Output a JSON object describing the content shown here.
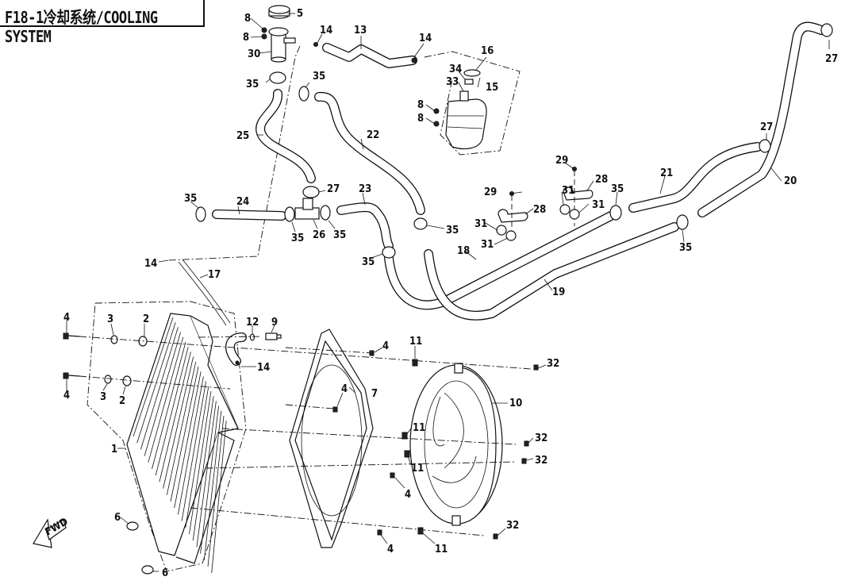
{
  "title": "F18-1冷却系统/COOLING SYSTEM",
  "direction_marker": {
    "icon": "front-direction-arrow-icon",
    "text": "FWD"
  },
  "callouts": [
    {
      "id": "5",
      "label": "5"
    },
    {
      "id": "8a",
      "label": "8"
    },
    {
      "id": "8b",
      "label": "8"
    },
    {
      "id": "30",
      "label": "30"
    },
    {
      "id": "14a",
      "label": "14"
    },
    {
      "id": "13",
      "label": "13"
    },
    {
      "id": "14b",
      "label": "14"
    },
    {
      "id": "16",
      "label": "16"
    },
    {
      "id": "34",
      "label": "34"
    },
    {
      "id": "33",
      "label": "33"
    },
    {
      "id": "15",
      "label": "15"
    },
    {
      "id": "8c",
      "label": "8"
    },
    {
      "id": "8d",
      "label": "8"
    },
    {
      "id": "27a",
      "label": "27"
    },
    {
      "id": "35a",
      "label": "35"
    },
    {
      "id": "35b",
      "label": "35"
    },
    {
      "id": "25",
      "label": "25"
    },
    {
      "id": "22",
      "label": "22"
    },
    {
      "id": "27b",
      "label": "27"
    },
    {
      "id": "35c",
      "label": "35"
    },
    {
      "id": "24",
      "label": "24"
    },
    {
      "id": "23",
      "label": "23"
    },
    {
      "id": "35d",
      "label": "35"
    },
    {
      "id": "26",
      "label": "26"
    },
    {
      "id": "35e",
      "label": "35"
    },
    {
      "id": "35f",
      "label": "35"
    },
    {
      "id": "35g",
      "label": "35"
    },
    {
      "id": "29a",
      "label": "29"
    },
    {
      "id": "28a",
      "label": "28"
    },
    {
      "id": "29b",
      "label": "29"
    },
    {
      "id": "28b",
      "label": "28"
    },
    {
      "id": "31a",
      "label": "31"
    },
    {
      "id": "31b",
      "label": "31"
    },
    {
      "id": "31c",
      "label": "31"
    },
    {
      "id": "31d",
      "label": "31"
    },
    {
      "id": "35h",
      "label": "35"
    },
    {
      "id": "21",
      "label": "21"
    },
    {
      "id": "27c",
      "label": "27"
    },
    {
      "id": "20",
      "label": "20"
    },
    {
      "id": "35i",
      "label": "35"
    },
    {
      "id": "18",
      "label": "18"
    },
    {
      "id": "19",
      "label": "19"
    },
    {
      "id": "14c",
      "label": "14"
    },
    {
      "id": "17",
      "label": "17"
    },
    {
      "id": "4a",
      "label": "4"
    },
    {
      "id": "3a",
      "label": "3"
    },
    {
      "id": "2a",
      "label": "2"
    },
    {
      "id": "12",
      "label": "12"
    },
    {
      "id": "9",
      "label": "9"
    },
    {
      "id": "14d",
      "label": "14"
    },
    {
      "id": "4b",
      "label": "4"
    },
    {
      "id": "3b",
      "label": "3"
    },
    {
      "id": "2b",
      "label": "2"
    },
    {
      "id": "4c",
      "label": "4"
    },
    {
      "id": "11a",
      "label": "11"
    },
    {
      "id": "32a",
      "label": "32"
    },
    {
      "id": "7",
      "label": "7"
    },
    {
      "id": "10",
      "label": "10"
    },
    {
      "id": "4d",
      "label": "4"
    },
    {
      "id": "11b",
      "label": "11"
    },
    {
      "id": "32b",
      "label": "32"
    },
    {
      "id": "11c",
      "label": "11"
    },
    {
      "id": "32c",
      "label": "32"
    },
    {
      "id": "4e",
      "label": "4"
    },
    {
      "id": "1",
      "label": "1"
    },
    {
      "id": "6a",
      "label": "6"
    },
    {
      "id": "6b",
      "label": "6"
    },
    {
      "id": "4f",
      "label": "4"
    },
    {
      "id": "11d",
      "label": "11"
    },
    {
      "id": "32d",
      "label": "32"
    }
  ],
  "parts": {
    "radiator": "radiator",
    "fan_shroud": "fan-shroud",
    "fan": "cooling-fan",
    "reservoir": "coolant-reservoir",
    "filler_neck": "filler-neck",
    "cap": "radiator-cap"
  }
}
